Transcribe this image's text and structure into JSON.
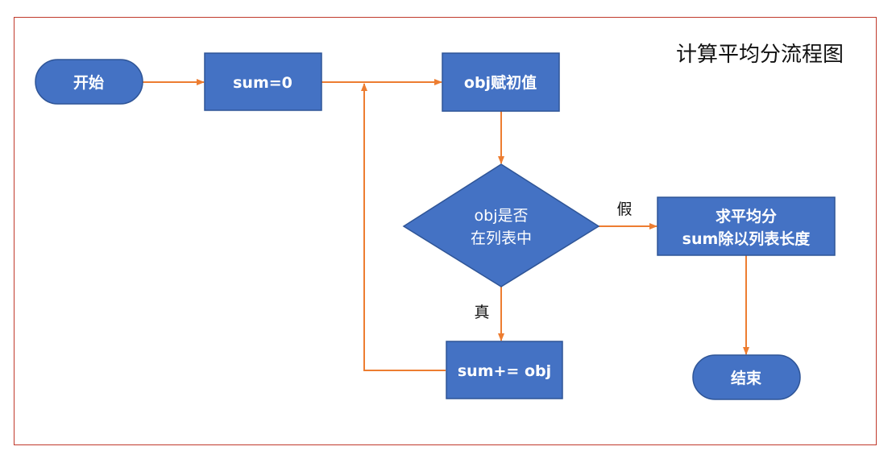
{
  "title": "计算平均分流程图",
  "nodes": {
    "start": "开始",
    "init_sum": "sum=0",
    "obj_assign": "obj赋初值",
    "condition_line1": "obj是否",
    "condition_line2": "在列表中",
    "accumulate": "sum+= obj",
    "average_line1": "求平均分",
    "average_line2": "sum除以列表长度",
    "end": "结束"
  },
  "edge_labels": {
    "true": "真",
    "false": "假"
  },
  "colors": {
    "node_fill": "#4472c4",
    "node_stroke": "#2f5597",
    "arrow": "#ed7d31",
    "frame": "#c0392b"
  }
}
